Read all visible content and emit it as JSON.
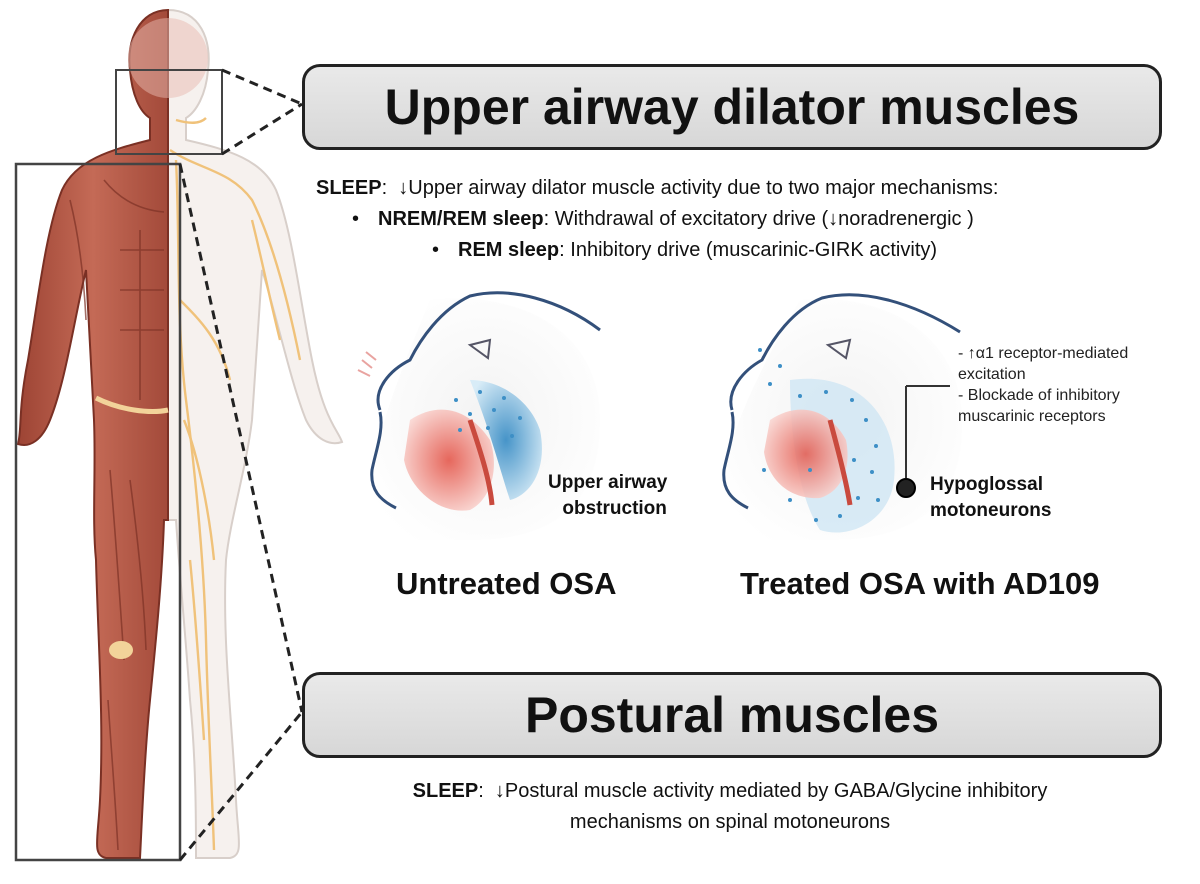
{
  "upper_title": "Upper airway dilator muscles",
  "upper_sleep": {
    "label": "SLEEP",
    "text": "↓Upper airway dilator muscle activity due to two major mechanisms:",
    "bullets": [
      {
        "label": "NREM/REM sleep",
        "text": "Withdrawal of excitatory drive (↓noradrenergic )"
      },
      {
        "label": "REM sleep",
        "text": "Inhibitory drive (muscarinic-GIRK activity)"
      }
    ]
  },
  "untreated": {
    "annotation_line1": "Upper airway",
    "annotation_line2": "obstruction",
    "caption": "Untreated OSA"
  },
  "treated": {
    "notes": [
      "- ↑α1 receptor-mediated",
      "excitation",
      "- Blockade of inhibitory",
      "muscarinic receptors"
    ],
    "label_line1": "Hypoglossal",
    "label_line2": "motoneurons",
    "caption": "Treated OSA with AD109"
  },
  "postural_title": "Postural muscles",
  "postural_sleep": {
    "label": "SLEEP",
    "text": "↓Postural muscle activity mediated by GABA/Glycine inhibitory",
    "text2": "mechanisms on spinal motoneurons"
  },
  "colors": {
    "muscle": "#b95a48",
    "muscle_dark": "#8e3b2e",
    "nerve": "#f0c27a",
    "airway_blue": "#4f98c8",
    "tissue_red": "#e06b5e"
  }
}
